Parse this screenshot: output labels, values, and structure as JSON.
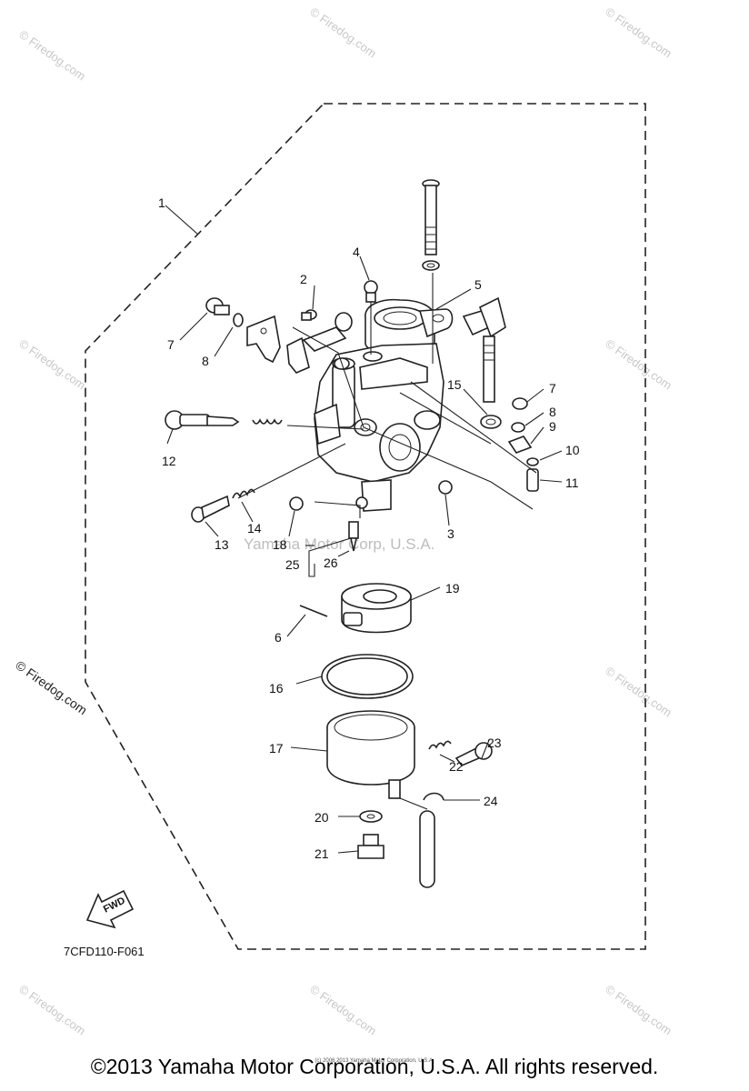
{
  "watermarks": {
    "site": "© Firedog.com",
    "center": "Yamaha Motor Corp, U.S.A."
  },
  "diagram": {
    "code": "7CFD110-F061",
    "fwd_label": "FWD",
    "callouts": [
      "1",
      "2",
      "3",
      "4",
      "5",
      "6",
      "7",
      "8",
      "9",
      "10",
      "11",
      "12",
      "13",
      "14",
      "15",
      "16",
      "17",
      "18",
      "19",
      "20",
      "21",
      "22",
      "23",
      "24",
      "25",
      "26",
      "7",
      "8"
    ]
  },
  "footer": {
    "copyright": "©2013 Yamaha Motor Corporation, U.S.A. All rights reserved.",
    "tiny": "(c) 2006 2013 Yamaha Motor Corporation, U.S.A."
  }
}
